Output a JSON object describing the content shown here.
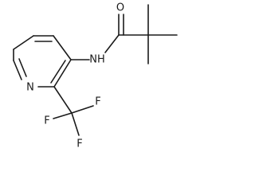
{
  "molecule": {
    "atoms": {
      "oxygen": "O",
      "amide_nitrogen": "NH",
      "ring_nitrogen": "N",
      "fluorine_right": "F",
      "fluorine_left": "F",
      "fluorine_bottom": "F"
    }
  }
}
